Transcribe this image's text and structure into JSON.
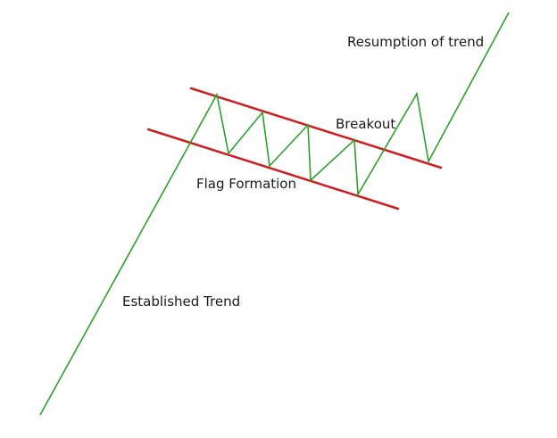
{
  "labels": {
    "resumption": "Resumption of trend",
    "breakout": "Breakout",
    "flag": "Flag Formation",
    "established": "Established Trend"
  },
  "colors": {
    "price_line": "#2ca02c",
    "channel_line": "#cc1f1f",
    "background": "#ffffff",
    "text": "#1a1a1a"
  }
}
